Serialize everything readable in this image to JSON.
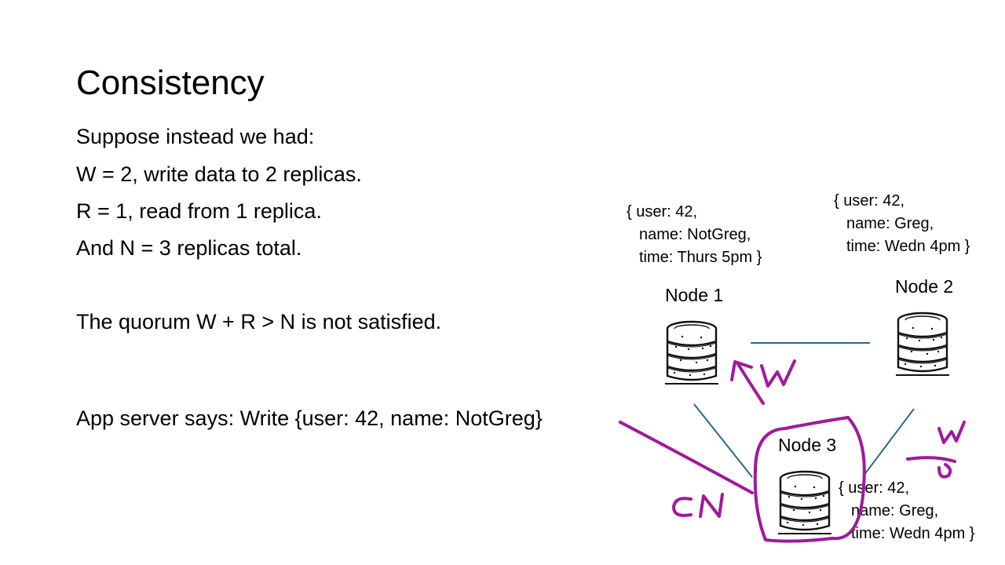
{
  "slide": {
    "title": "Consistency",
    "lines": [
      "Suppose instead we had:",
      "W = 2, write data to 2 replicas.",
      "R = 1,  read from 1 replica.",
      "And N = 3 replicas total.",
      "The quorum W + R > N is not satisfied.",
      "App server says: Write {user: 42, name: NotGreg}"
    ]
  },
  "nodes": [
    {
      "label": "Node 1",
      "record": [
        "{ user: 42,",
        "name: NotGreg,",
        "time: Thurs 5pm }"
      ]
    },
    {
      "label": "Node 2",
      "record": [
        "{ user: 42,",
        "name: Greg,",
        "time: Wedn 4pm }"
      ]
    },
    {
      "label": "Node 3",
      "record": [
        "{ user: 42,",
        "name: Greg,",
        "time: Wedn 4pm }"
      ]
    }
  ],
  "annotations": {
    "ink_color": "#a0199b",
    "write_mark_1": "W",
    "write_mark_2": "W",
    "cn_mark": "CN"
  },
  "colors": {
    "link": "#2a6a8c",
    "icon": "#111111"
  }
}
